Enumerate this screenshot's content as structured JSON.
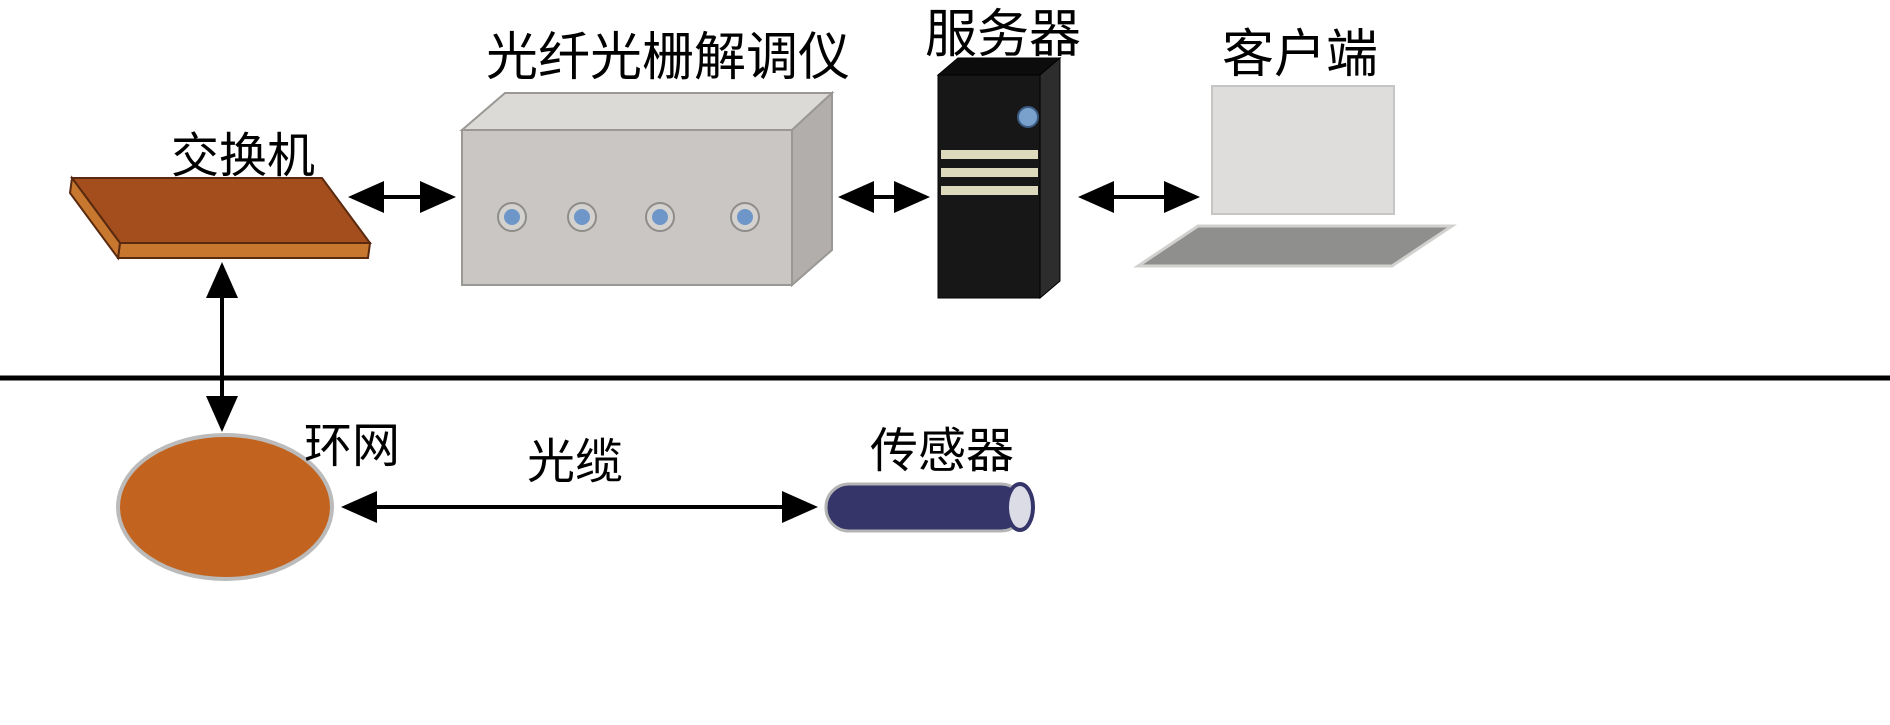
{
  "diagram": {
    "title": "fiber-grating-sensing-system-architecture",
    "labels": {
      "switch": "交换机",
      "interrogator": "光纤光栅解调仪",
      "server": "服务器",
      "client": "客户端",
      "ring": "环网",
      "cable": "光缆",
      "sensor": "传感器"
    },
    "colors": {
      "switch_top": "#a44e1e",
      "switch_edge": "#c8772e",
      "box_front": "#c9c6c3",
      "box_top": "#dcdad7",
      "box_side": "#b1aeab",
      "port_ring": "#d4d2cf",
      "port_blue": "#6e96c8",
      "server_front": "#171717",
      "server_top": "#0c0c0c",
      "server_side": "#2d2d2d",
      "stripe": "#dcd9bd",
      "server_dot": "#7aa0cc",
      "screen": "#dedddb",
      "keyboard": "#8f8f8d",
      "ring_orange": "#c2641f",
      "ring_stroke": "#bbbbbb",
      "sensor_navy": "#35356a",
      "sensor_cap": "#dcdce6",
      "line_black": "#000000"
    }
  }
}
